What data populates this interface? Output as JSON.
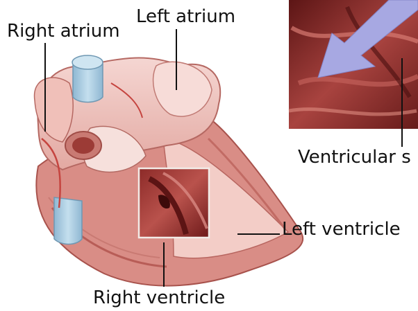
{
  "labels": {
    "right_atrium": "Right atrium",
    "left_atrium": "Left atrium",
    "ventricular_septum": "Ventricular s",
    "left_ventricle": "Left ventricle",
    "right_ventricle": "Right ventricle"
  },
  "colors": {
    "muscle_dark": "#7a1c1c",
    "muscle_mid": "#b0504d",
    "tissue_light": "#efc4bf",
    "vessel_blue": "#a9cbe0",
    "arrow_lavender": "#a7a8e2",
    "leader_line": "#111111"
  }
}
